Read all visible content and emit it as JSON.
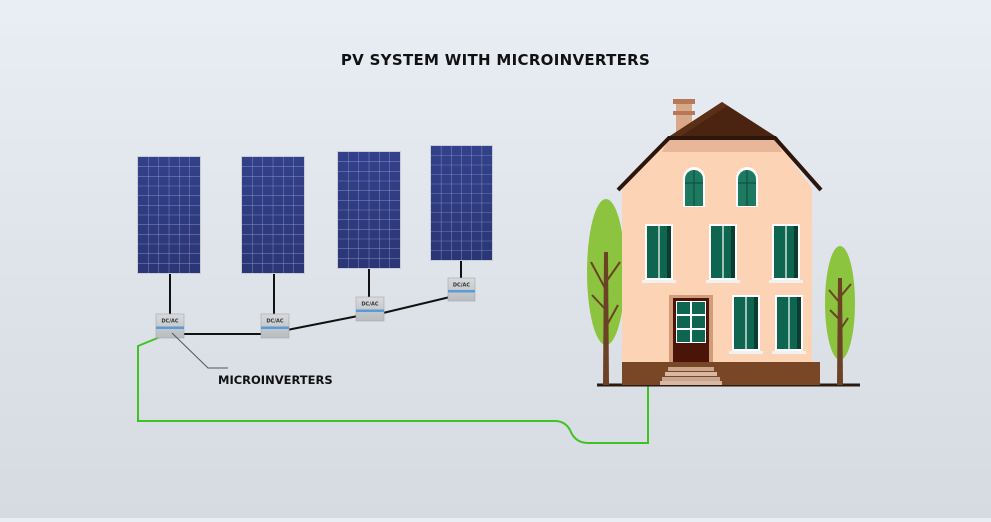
{
  "diagram": {
    "title": "PV SYSTEM WITH MICROINVERTERS",
    "callout_label": "MICROINVERTERS",
    "panels": [
      {
        "name": "solar-panel-1"
      },
      {
        "name": "solar-panel-2"
      },
      {
        "name": "solar-panel-3"
      },
      {
        "name": "solar-panel-4"
      }
    ],
    "microinverters": [
      {
        "label": "DC/AC"
      },
      {
        "label": "DC/AC"
      },
      {
        "label": "DC/AC"
      },
      {
        "label": "DC/AC"
      }
    ],
    "components": [
      "solar panels",
      "microinverters",
      "DC cables",
      "AC bus cable",
      "AC feed to house",
      "house",
      "trees"
    ],
    "colors": {
      "background": "#e4e9ee",
      "panel": "#2f3d80",
      "panel_grid": "#8e9ad0",
      "dc_cable": "#111111",
      "ac_feed": "#3ec422",
      "inverter_body": "#c9cccf",
      "inverter_stripe": "#5b9bd5",
      "house_wall": "#fdd3b6",
      "roof": "#4a2410",
      "window": "#0e6650",
      "base": "#7a4726",
      "tree_crown": "#8cc43f",
      "tree_trunk": "#6b4226"
    }
  }
}
